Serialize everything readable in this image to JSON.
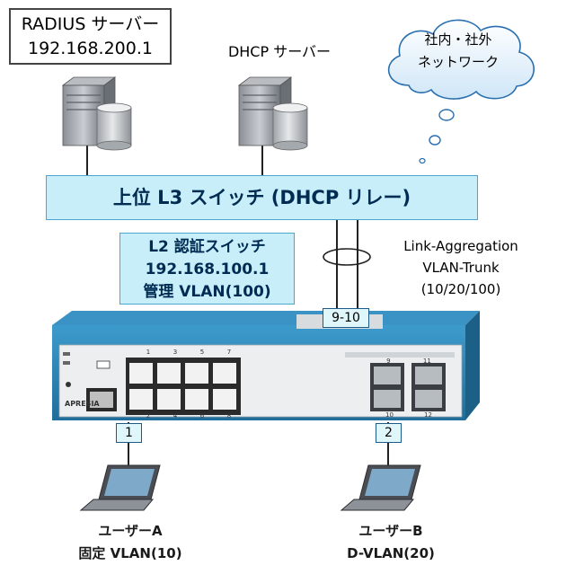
{
  "radius_server": {
    "name": "RADIUS サーバー",
    "ip": "192.168.200.1"
  },
  "dhcp_server": {
    "name": "DHCP サーバー"
  },
  "network_cloud": {
    "line1": "社内・社外",
    "line2": "ネットワーク"
  },
  "l3_switch": {
    "label": "上位 L3 スイッチ (DHCP リレー)"
  },
  "l2_switch": {
    "line1": "L2 認証スイッチ",
    "line2": "192.168.100.1",
    "line3": "管理 VLAN(100)",
    "brand": "APRESIA"
  },
  "link_aggregation": {
    "line1": "Link-Aggregation",
    "line2": "VLAN-Trunk",
    "line3": "(10/20/100)"
  },
  "ports": {
    "uplink": "9-10",
    "user_a_port": "1",
    "user_b_port": "2",
    "port_numbers_top": [
      "1",
      "3",
      "5",
      "7"
    ],
    "port_numbers_bottom": [
      "2",
      "4",
      "6",
      "8"
    ],
    "sfp_numbers_top": [
      "9",
      "11"
    ],
    "sfp_numbers_bottom": [
      "10",
      "12"
    ]
  },
  "user_a": {
    "name": "ユーザーA",
    "vlan": "固定 VLAN(10)"
  },
  "user_b": {
    "name": "ユーザーB",
    "vlan": "D-VLAN(20)"
  },
  "colors": {
    "label_fill": "#c8eef9",
    "label_border": "#4aa6cf",
    "switch_body": "#2f86b5",
    "switch_face": "#e9ecee",
    "port_label_fill": "#dff6fb"
  }
}
